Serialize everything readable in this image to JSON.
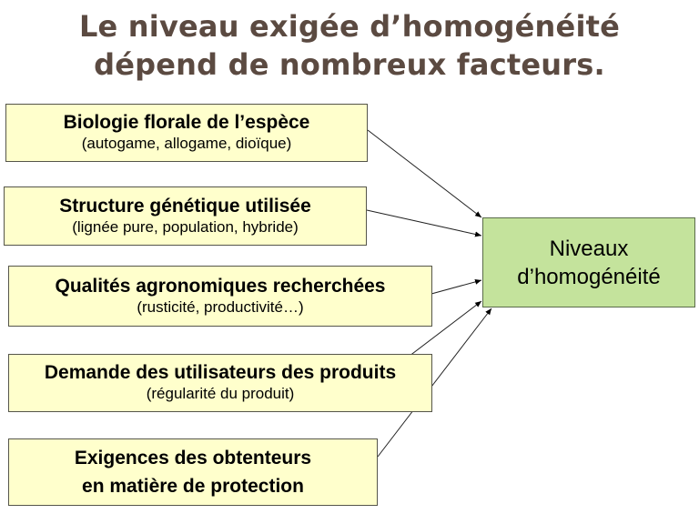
{
  "title": {
    "line1": "Le niveau exigée d’homogénéité",
    "line2": "dépend de nombreux facteurs."
  },
  "factors": [
    {
      "main": "Biologie florale de l’espèce",
      "sub": "(autogame, allogame, dioïque)"
    },
    {
      "main": "Structure génétique utilisée",
      "sub": "(lignée pure, population, hybride)"
    },
    {
      "main": "Qualités agronomiques recherchées",
      "sub": "(rusticité, productivité…)"
    },
    {
      "main": "Demande des utilisateurs des produits",
      "sub": "(régularité du produit)"
    },
    {
      "main": "Exigences des obtenteurs",
      "sub": "en matière de protection"
    }
  ],
  "target": {
    "line1": "Niveaux",
    "line2": "d’homogénéité"
  },
  "colors": {
    "title": "#5b4a41",
    "factor_box": "#ffffcc",
    "target_box": "#c4e39c"
  }
}
